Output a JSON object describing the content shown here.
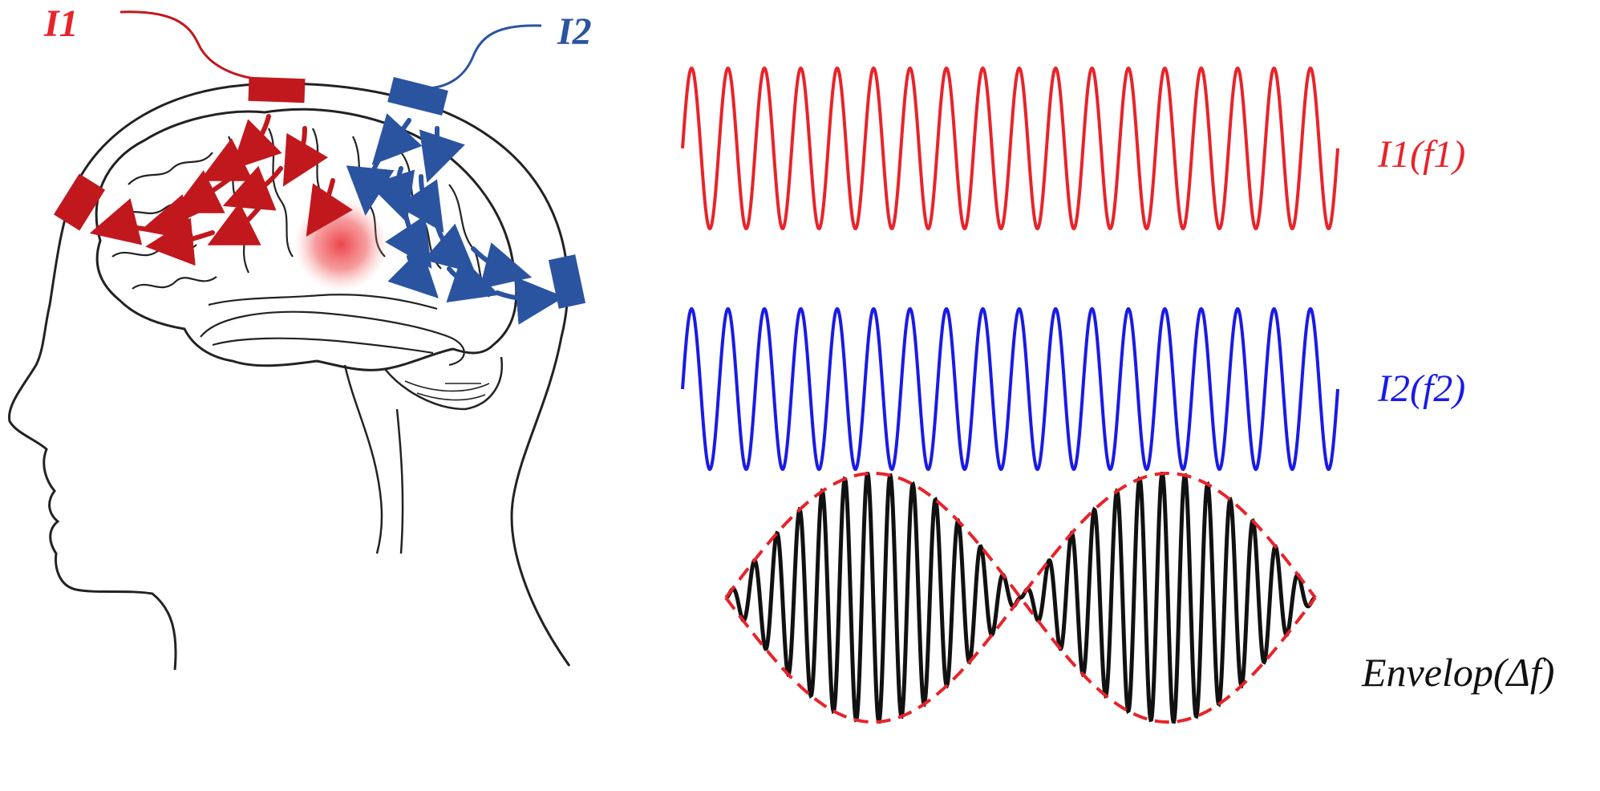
{
  "labels": {
    "electrode_1": "I1",
    "electrode_2": "I2",
    "wave_1": "I1(f1)",
    "wave_2": "I2(f2)",
    "envelope": "Envelop(Δf)"
  },
  "colors": {
    "current_1": "#e8232a",
    "current_1_dark": "#c0181d",
    "current_2": "#2b54a0",
    "wave_2": "#1a1ae6",
    "envelope": "#111111",
    "envelope_dash": "#e8232a",
    "outline": "#222222"
  },
  "waves": {
    "wave_1_cycles": 18,
    "wave_2_cycles": 18,
    "envelope_carrier_cycles": 26,
    "envelope_beats": 2
  }
}
